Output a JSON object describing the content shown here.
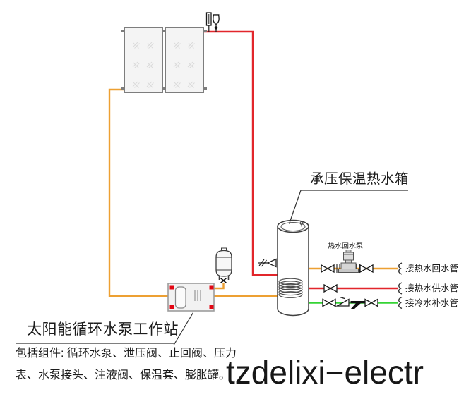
{
  "labels": {
    "tank": "承压保温热水箱",
    "return_pump": "热水回水泵",
    "station": "太阳能循环水泵工作站",
    "components_line1": "包括组件: 循环水泵、泄压阀、止回阀、压力",
    "components_line2": "表、水泵接头、注液阀、保温套、膨胀罐。",
    "watermark": "tzdelixi−electr"
  },
  "ports": [
    {
      "label": "接热水回水管",
      "pipe": "hot-water-return",
      "color": "#eda032"
    },
    {
      "label": "接热水供水管",
      "pipe": "hot-water-supply",
      "color": "#e2262b"
    },
    {
      "label": "接冷水补水管",
      "pipe": "cold-water-makeup",
      "color": "#35d435"
    }
  ],
  "colors": {
    "hot_pipe": "#e2262b",
    "solar_pipe": "#eda032",
    "cold_pipe": "#35d435",
    "marker": "#e30613"
  }
}
